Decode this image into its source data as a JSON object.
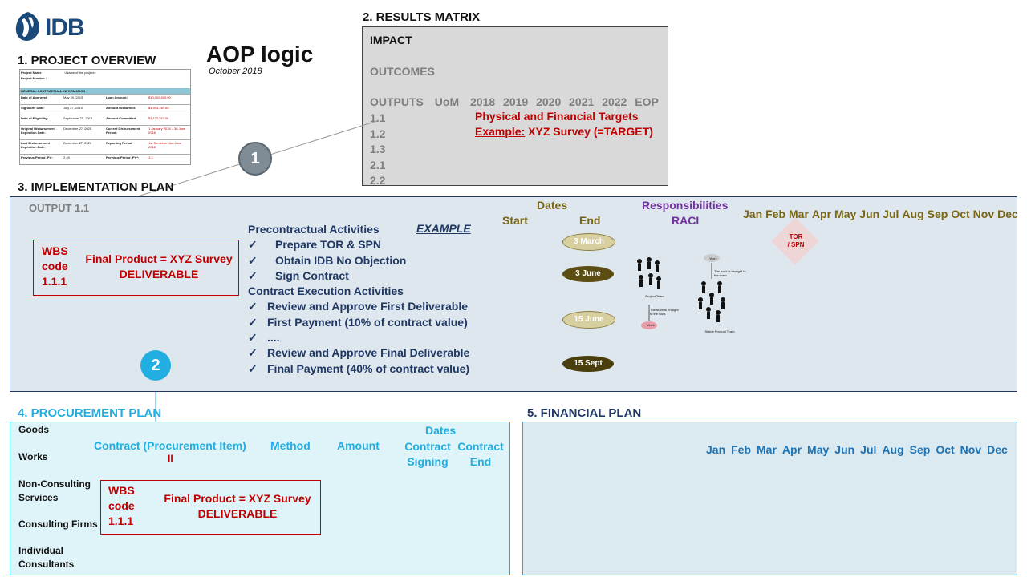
{
  "header": {
    "logo_text": "IDB",
    "title": "AOP logic",
    "subtitle": "October 2018"
  },
  "project_overview": {
    "title": "1. PROJECT OVERVIEW",
    "rows": [
      [
        "Project Name :",
        "<Name of the project>"
      ],
      [
        "Project Number :",
        ""
      ]
    ],
    "section_header": "GENERAL CONTRACTUAL INFORMATION",
    "table": [
      [
        "Date of Approval:",
        "May 20, 2015",
        "Loan Amount:",
        "$10,000,000.00"
      ],
      [
        "Signature Date:",
        "July 27, 2015",
        "Amount Disbursed:",
        "$1,904,287.60"
      ],
      [
        "Date of Eligibility:",
        "September 25, 2015",
        "Amount Committed:",
        "$2,113,257.00"
      ],
      [
        "Original Disbursement Expiration Date:",
        "December 27, 2020",
        "Current Disbursement Period:",
        "1 January 2018 – 30 June 2018"
      ],
      [
        "Last Disbursement Expiration Date:",
        "December 27, 2020",
        "Reporting Period",
        "1st Semester Jan-June 2018"
      ],
      [
        "Previous Period (P)*:",
        "2.49",
        "Previous Period (P)**:",
        "1.2"
      ]
    ]
  },
  "results_matrix": {
    "title": "2. RESULTS MATRIX",
    "impact": "IMPACT",
    "outcomes": "OUTCOMES",
    "outputs_header": [
      "OUTPUTS",
      "UoM",
      "2018",
      "2019",
      "2020",
      "2021",
      "2022",
      "EOP"
    ],
    "output_ids": [
      "1.1",
      "1.2",
      "1.3",
      "2.1",
      "2.2"
    ],
    "targets_label": "Physical and Financial Targets",
    "example_label": "Example:",
    "example_text": "XYZ Survey (=TARGET)"
  },
  "implementation_plan": {
    "title": "3. IMPLEMENTATION PLAN",
    "output_label": "OUTPUT 1.1",
    "wbs_code": [
      "WBS",
      "code",
      "1.1.1"
    ],
    "final_product": "Final Product = XYZ Survey",
    "deliverable": "DELIVERABLE",
    "example": "EXAMPLE",
    "precontractual": "Precontractual Activities",
    "precontractual_items": [
      "Prepare TOR & SPN",
      "Obtain IDB No Objection",
      "Sign Contract"
    ],
    "execution": "Contract Execution Activities",
    "execution_items": [
      "Review and Approve First Deliverable",
      "First Payment (10% of contract value)",
      "....",
      "Review and Approve Final Deliverable",
      "Final Payment (40% of contract value)"
    ],
    "check": "✓",
    "dates_label": "Dates",
    "start_label": "Start",
    "end_label": "End",
    "responsibilities_label": "Responsibilities",
    "raci_label": "RACI",
    "dates": [
      "3 March",
      "3 June",
      "15 June",
      "15 Sept"
    ],
    "milestone": [
      "TOR",
      "/ SPN"
    ],
    "months": [
      "Jan",
      "Feb",
      "Mar",
      "Apr",
      "May",
      "Jun",
      "Jul",
      "Aug",
      "Sep",
      "Oct",
      "Nov",
      "Dec"
    ],
    "illustration": {
      "project_team": "Project Team",
      "stable_team": "Stable Product Team",
      "work": "Work",
      "team_brought": "The team is brought to the work",
      "work_brought": "The work is brought to the team"
    }
  },
  "procurement_plan": {
    "title": "4. PROCUREMENT PLAN",
    "categories": [
      "Goods",
      "Works",
      "Non-Consulting Services",
      "Consulting Firms",
      "Individual Consultants"
    ],
    "contract_col": "Contract (Procurement Item)",
    "method_col": "Method",
    "amount_col": "Amount",
    "dates_label": "Dates",
    "signing_col": "Contract Signing",
    "end_col": "Contract End",
    "equals": "II",
    "wbs_code": [
      "WBS",
      "code",
      "1.1.1"
    ],
    "final_product": "Final Product = XYZ Survey",
    "deliverable": "DELIVERABLE"
  },
  "financial_plan": {
    "title": "5. FINANCIAL PLAN",
    "months": [
      "Jan",
      "Feb",
      "Mar",
      "Apr",
      "May",
      "Jun",
      "Jul",
      "Aug",
      "Sep",
      "Oct",
      "Nov",
      "Dec"
    ]
  },
  "steps": [
    "1",
    "2"
  ],
  "colors": {
    "red": "#c00000",
    "navy": "#1f3864",
    "olive": "#7a6512",
    "purple": "#7030a0",
    "cyan": "#22aee0",
    "step1": "#7f8c96",
    "step2": "#22aee0"
  }
}
